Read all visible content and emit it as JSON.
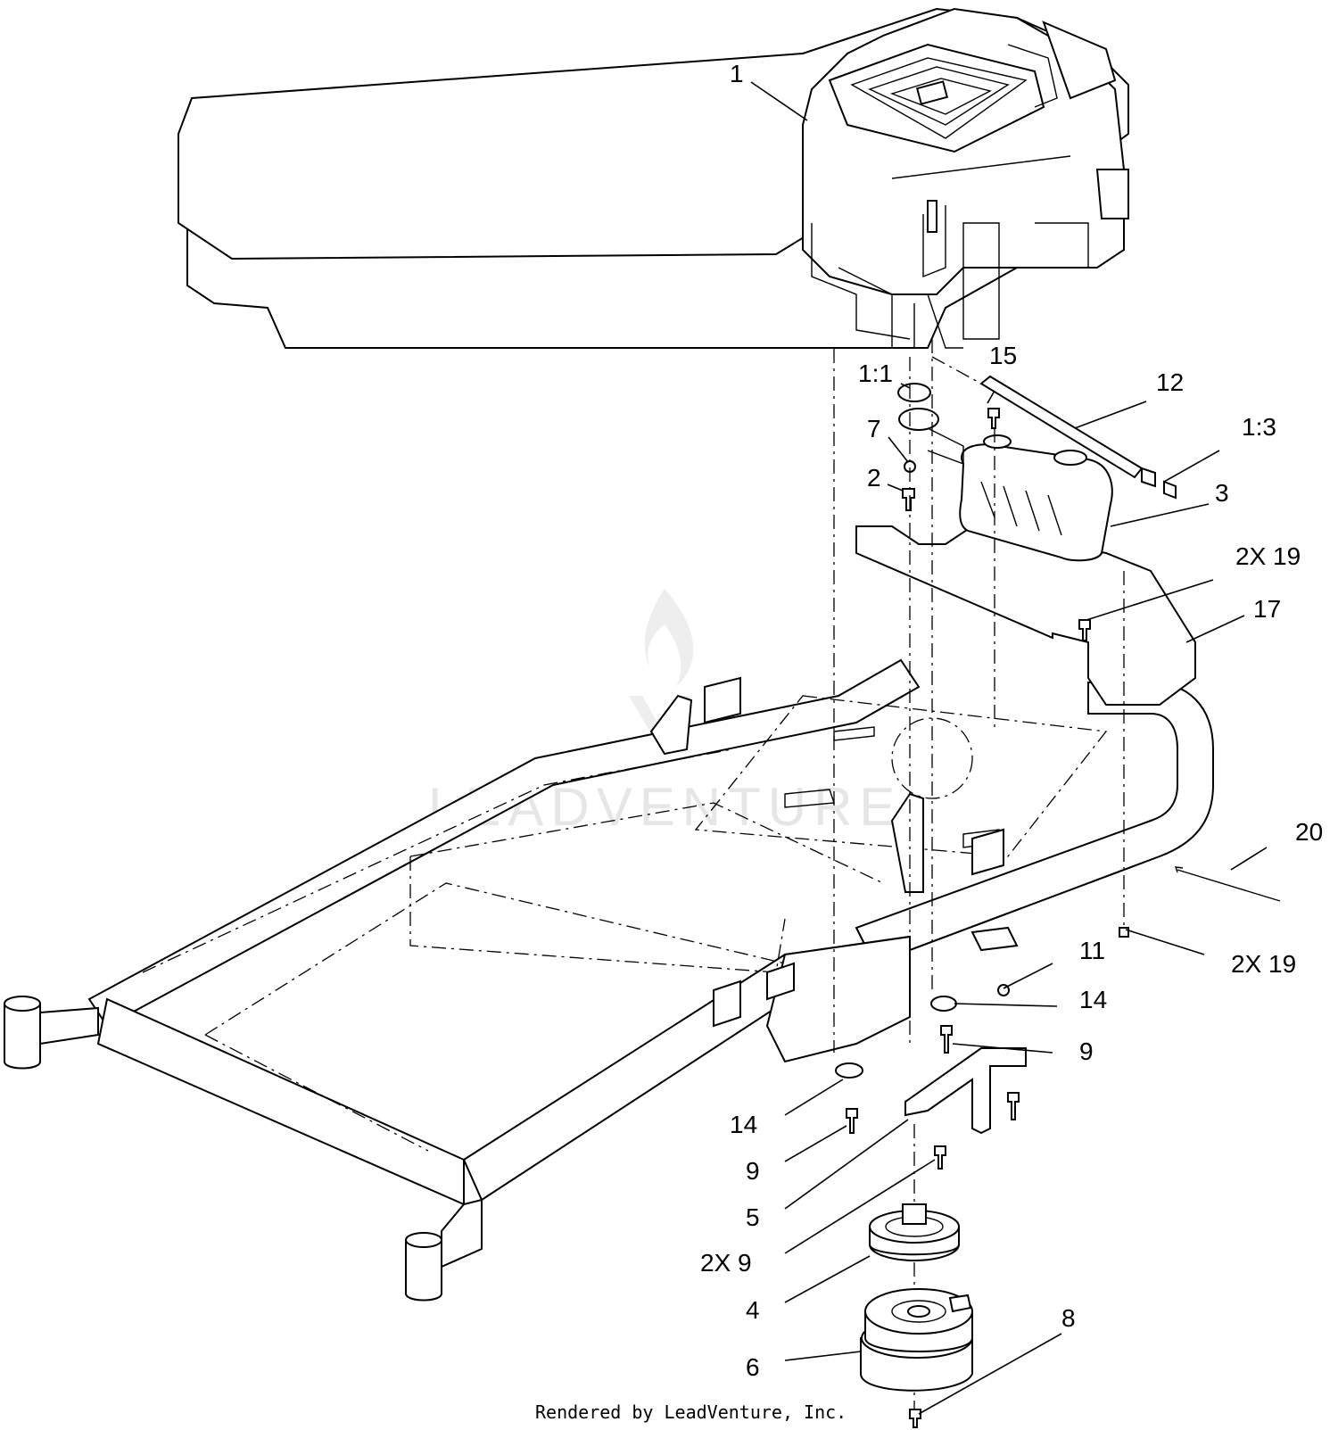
{
  "watermark": "LEADVENTURE",
  "footer_text": "Rendered by LeadVenture, Inc.",
  "callouts": [
    {
      "id": "c1",
      "label": "1"
    },
    {
      "id": "c1-1",
      "label": "1:1"
    },
    {
      "id": "c15",
      "label": "15"
    },
    {
      "id": "c12",
      "label": "12"
    },
    {
      "id": "c1-3",
      "label": "1:3"
    },
    {
      "id": "c7",
      "label": "7"
    },
    {
      "id": "c2",
      "label": "2"
    },
    {
      "id": "c3",
      "label": "3"
    },
    {
      "id": "c19a",
      "label": "2X 19"
    },
    {
      "id": "c17",
      "label": "17"
    },
    {
      "id": "c20",
      "label": "20"
    },
    {
      "id": "c19b",
      "label": "2X 19"
    },
    {
      "id": "c11",
      "label": "11"
    },
    {
      "id": "c14a",
      "label": "14"
    },
    {
      "id": "c9a",
      "label": "9"
    },
    {
      "id": "c14b",
      "label": "14"
    },
    {
      "id": "c9b",
      "label": "9"
    },
    {
      "id": "c5",
      "label": "5"
    },
    {
      "id": "c9c",
      "label": "2X 9"
    },
    {
      "id": "c4",
      "label": "4"
    },
    {
      "id": "c8",
      "label": "8"
    },
    {
      "id": "c6",
      "label": "6"
    }
  ]
}
